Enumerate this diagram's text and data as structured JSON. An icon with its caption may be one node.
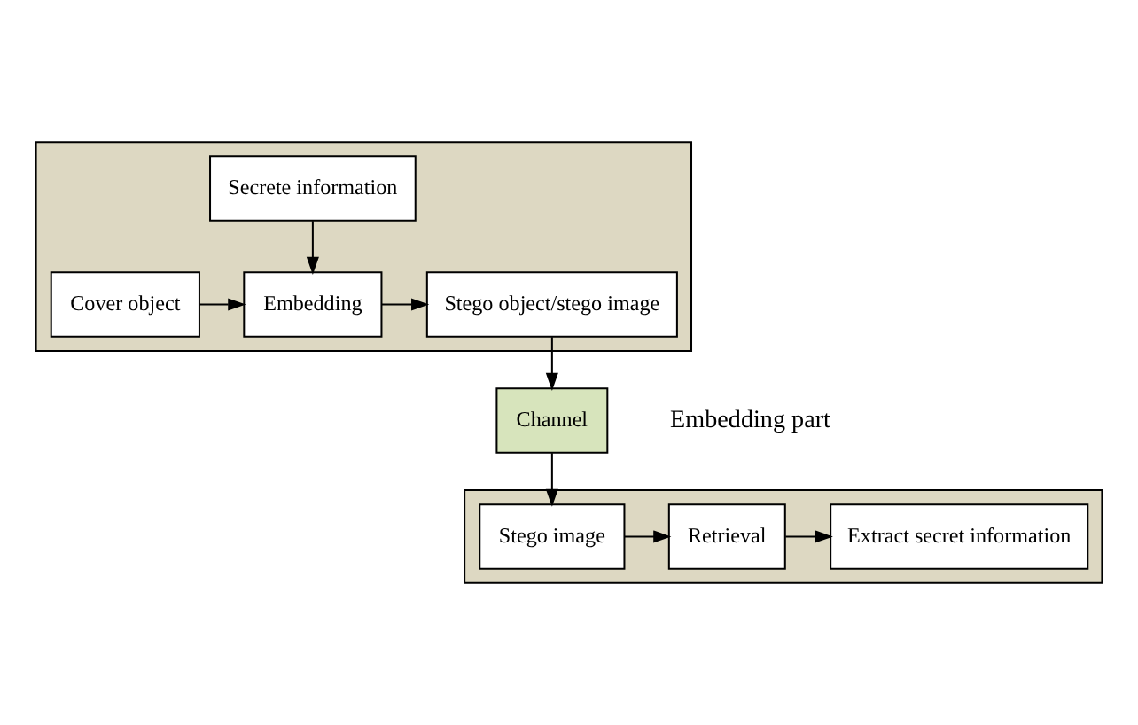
{
  "diagram": {
    "nodes": [
      {
        "text": [],
        "shape": "box"
      },
      {
        "text": [
          "Secrete information"
        ],
        "in": 0
      },
      {
        "text": [
          "Cover object"
        ],
        "in": 0
      },
      {
        "text": [
          "Embedding"
        ],
        "in": 0
      },
      {
        "text": [
          "Stego object/stego image"
        ],
        "in": 0
      },
      {
        "text": [
          "Channel"
        ]
      },
      {
        "text": [],
        "shape": "box"
      },
      {
        "text": [
          "Extract secret information"
        ],
        "in": 6
      },
      {
        "text": [
          "Retrieval"
        ],
        "in": 6
      },
      {
        "text": [
          "Stego image"
        ],
        "in": 6
      }
    ],
    "edges": [
      {
        "from": 1,
        "to": 3,
        "arrow": "to"
      },
      {
        "from": 2,
        "to": 3,
        "arrow": "to"
      },
      {
        "from": 3,
        "to": 4,
        "arrow": "to"
      },
      {
        "from": 4,
        "to": 5,
        "arrow": "to"
      },
      {
        "from": 5,
        "to": 9,
        "arrow": "to"
      },
      {
        "from": 9,
        "to": 8,
        "arrow": "to"
      },
      {
        "from": 8,
        "to": 7,
        "arrow": "to"
      }
    ],
    "labels": [
      "Embedding part"
    ]
  }
}
